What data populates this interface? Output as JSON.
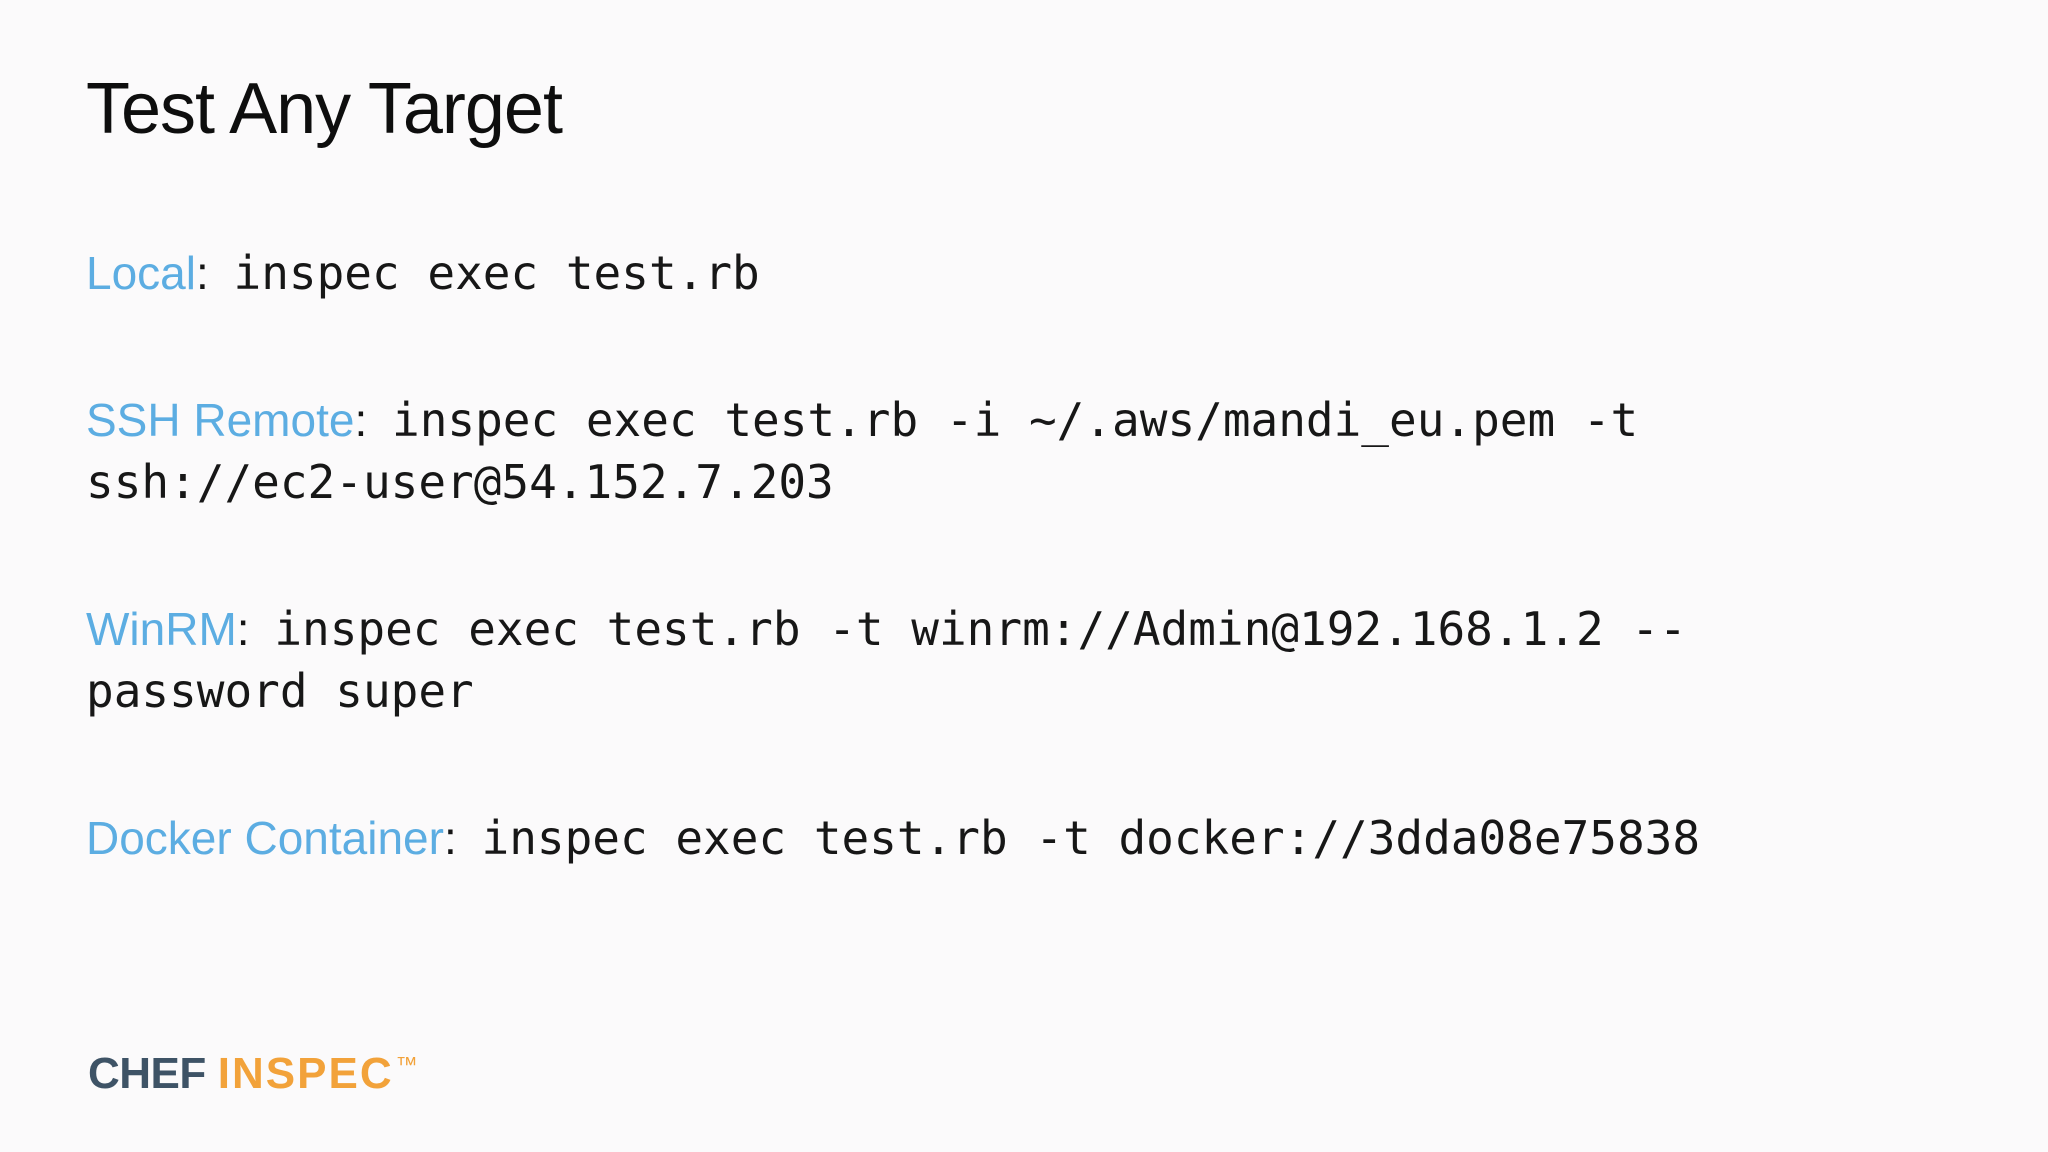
{
  "slide": {
    "title": "Test Any Target",
    "entries": [
      {
        "label": "Local",
        "separator": ": ",
        "command": "inspec exec test.rb"
      },
      {
        "label": "SSH Remote",
        "separator": ": ",
        "command": "inspec exec test.rb -i ~/.aws/mandi_eu.pem -t\nssh://ec2-user@54.152.7.203"
      },
      {
        "label": "WinRM",
        "separator": ": ",
        "command": "inspec exec test.rb -t winrm://Admin@192.168.1.2 --\npassword super"
      },
      {
        "label": "Docker Container",
        "separator": ": ",
        "command": "inspec exec test.rb -t docker://3dda08e75838"
      }
    ],
    "logo": {
      "brand": "CHEF",
      "product": "INSPEC",
      "trademark": "™"
    },
    "colors": {
      "label_blue": "#5cade2",
      "text_dark": "#151515",
      "title_dark": "#0e0e0e",
      "brand_dark": "#3e5366",
      "brand_orange": "#f2a23a",
      "background": "#fbfafb"
    }
  }
}
